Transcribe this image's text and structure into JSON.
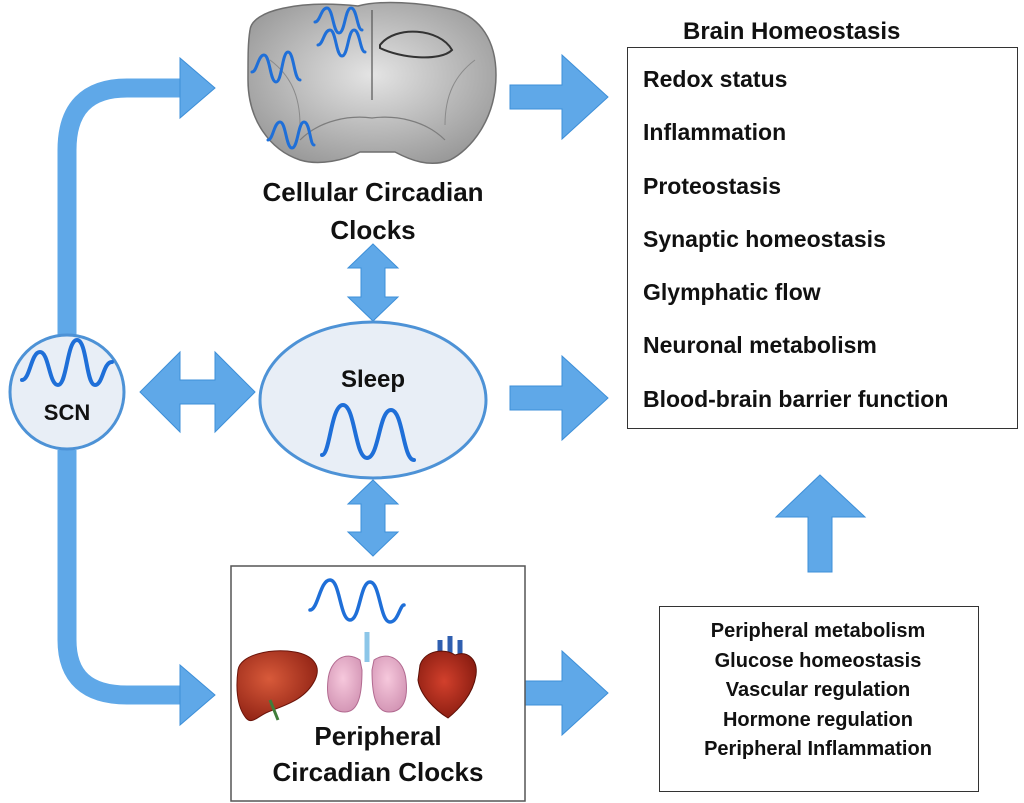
{
  "colors": {
    "arrow": "#5fa8e8",
    "arrow_stroke": "#3d8fd8",
    "wave": "#1f6fd8",
    "node_fill": "#e8eef6",
    "node_stroke": "#4d92d6",
    "box_stroke": "#333333"
  },
  "nodes": {
    "scn": "SCN",
    "sleep": "Sleep",
    "cellular_clocks": {
      "line1": "Cellular Circadian",
      "line2": "Clocks"
    },
    "peripheral_clocks": {
      "line1": "Peripheral",
      "line2": "Circadian Clocks"
    }
  },
  "brain_homeostasis": {
    "title": "Brain Homeostasis",
    "items": [
      "Redox status",
      "Inflammation",
      "Proteostasis",
      "Synaptic homeostasis",
      "Glymphatic flow",
      "Neuronal metabolism",
      "Blood-brain barrier function"
    ]
  },
  "peripheral_outputs": {
    "items": [
      "Peripheral metabolism",
      "Glucose homeostasis",
      "Vascular regulation",
      "Hormone regulation",
      "Peripheral Inflammation"
    ]
  },
  "icons": [
    "brain-section-icon",
    "liver-icon",
    "lungs-icon",
    "heart-icon",
    "circadian-wave-icon"
  ]
}
